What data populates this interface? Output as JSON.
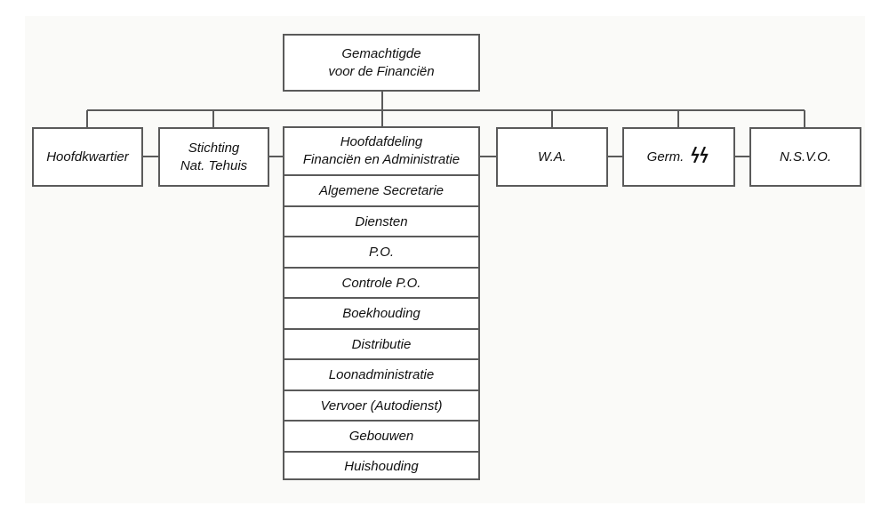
{
  "top": {
    "line1": "Gemachtigde",
    "line2": "voor de Financiën"
  },
  "departments": {
    "hoofdkwartier": "Hoofdkwartier",
    "stichting": {
      "line1": "Stichting",
      "line2": "Nat. Tehuis"
    },
    "wa": "W.A.",
    "germ": "Germ.",
    "nsvo": "N.S.V.O."
  },
  "main": {
    "title_line1": "Hoofdafdeling",
    "title_line2": "Financiën en Administratie",
    "sections": [
      "Algemene Secretarie",
      "Diensten",
      "P.O.",
      "Controle P.O.",
      "Boekhouding",
      "Distributie",
      "Loonadministratie",
      "Vervoer (Autodienst)",
      "Gebouwen",
      "Huishouding"
    ]
  },
  "colors": {
    "line": "#5a5a5a",
    "box_border": "#5a5a5a",
    "text": "#111111"
  },
  "icons": {
    "germ_symbol": "ss-runes-icon"
  }
}
